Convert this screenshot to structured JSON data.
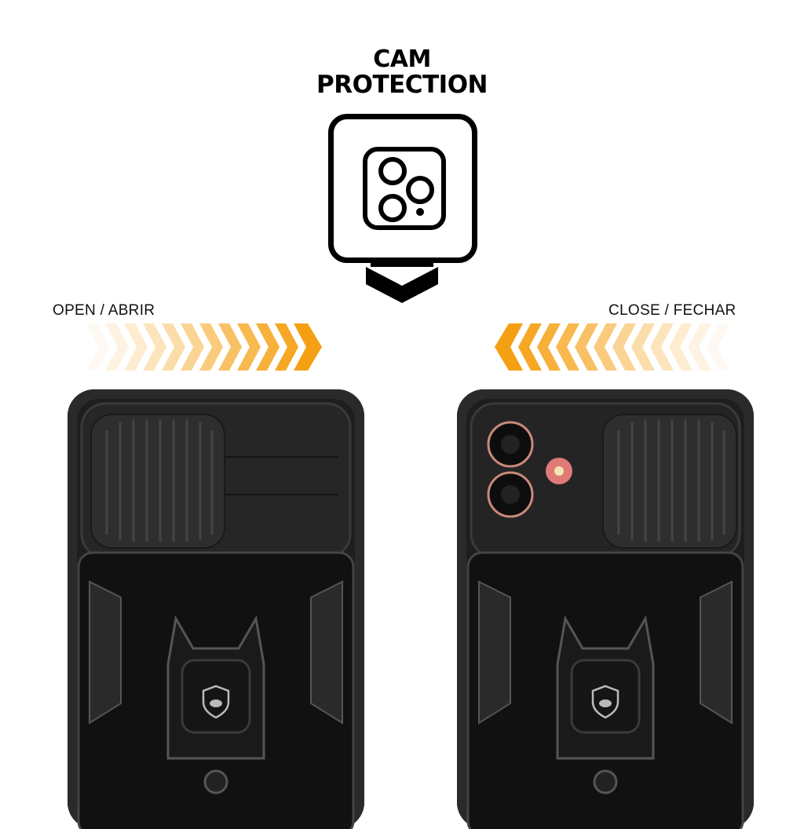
{
  "header": {
    "line1": "CAM",
    "line2": "PROTECTION"
  },
  "icons": {
    "badge": "camera-module-icon",
    "down": "chevron-down-icon"
  },
  "open_section": {
    "label": "OPEN / ABRIR",
    "arrow_direction": "right",
    "arrow_color": "#f5a012",
    "arrow_count": 12
  },
  "close_section": {
    "label": "CLOSE / FECHAR",
    "arrow_direction": "left",
    "arrow_color": "#f5a012",
    "arrow_count": 12
  },
  "phones": {
    "left": {
      "state": "open-slider-covering-lens",
      "logo": "gorilla-shield-logo"
    },
    "right": {
      "state": "closed-slider-lens-visible",
      "logo": "gorilla-shield-logo"
    }
  },
  "colors": {
    "accent": "#f5a012",
    "case": "#2a2a2a",
    "case_dark": "#151515",
    "lens_ring": "#c98a7a"
  }
}
